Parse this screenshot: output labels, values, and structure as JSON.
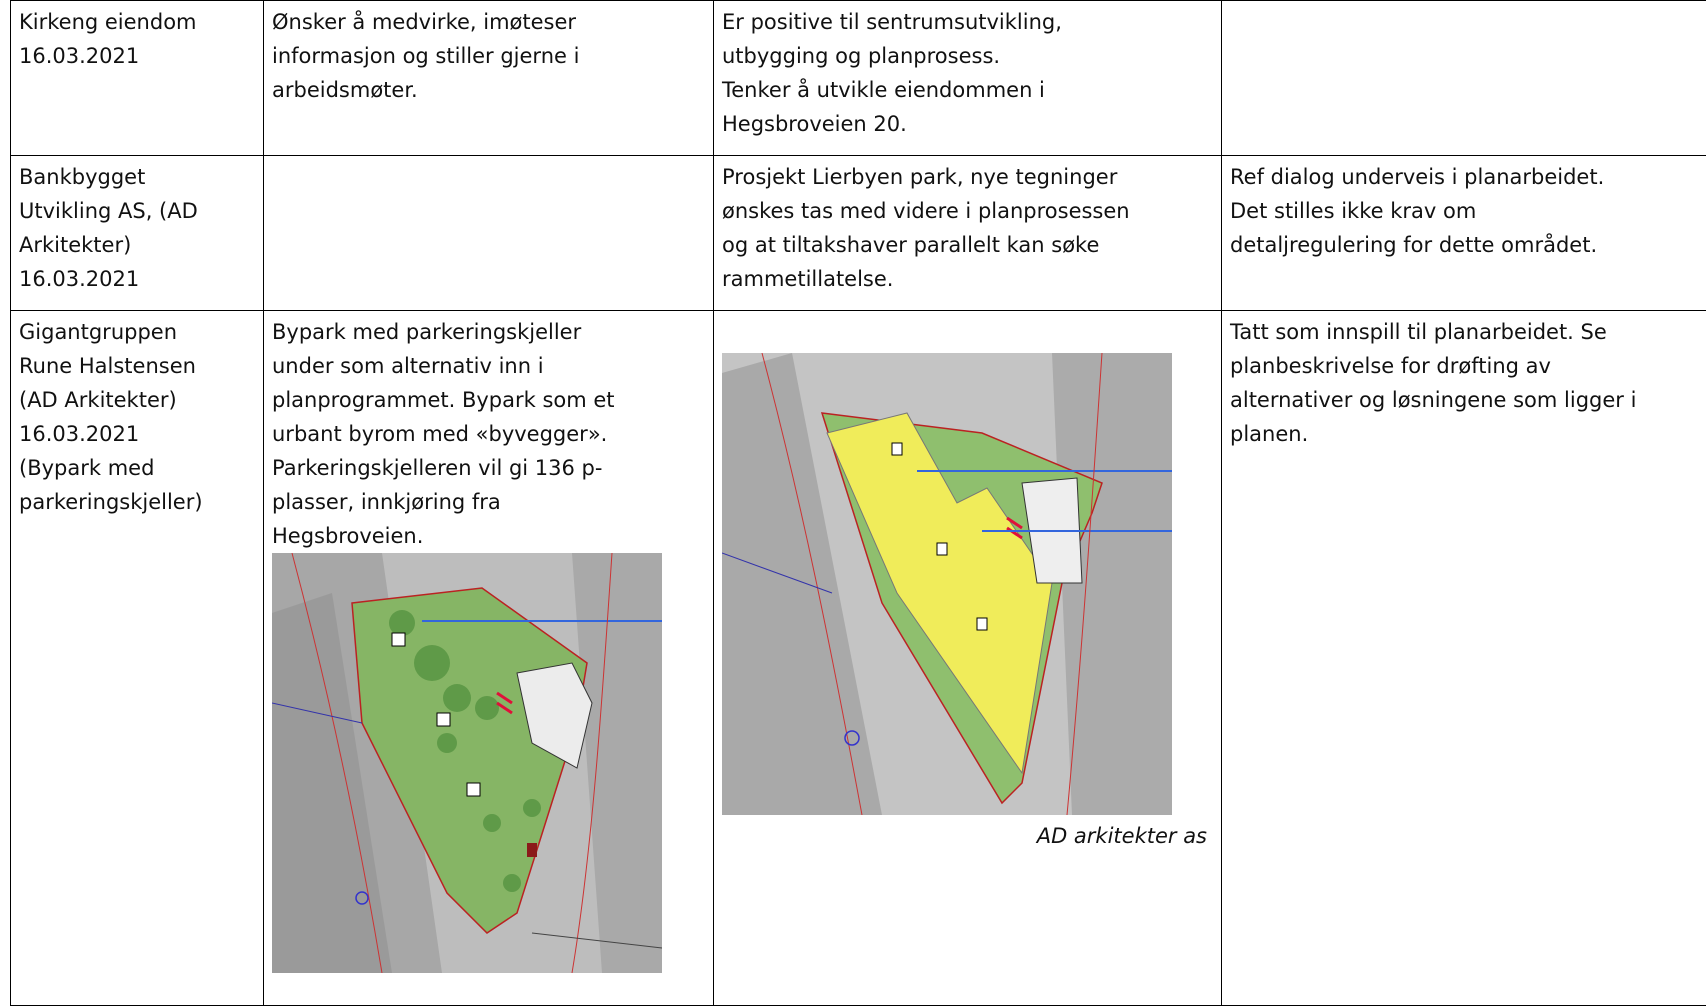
{
  "rows": [
    {
      "c1": [
        "Kirkeng eiendom",
        "16.03.2021"
      ],
      "c2": [
        "Ønsker å medvirke, imøteser",
        "informasjon og stiller gjerne i",
        "arbeidsmøter."
      ],
      "c3": [
        "Er positive til sentrumsutvikling,",
        "utbygging og planprosess.",
        "Tenker å utvikle eiendommen i",
        "Hegsbroveien 20."
      ],
      "c4": []
    },
    {
      "c1": [
        "Bankbygget",
        "Utvikling AS, (AD",
        "Arkitekter)",
        "16.03.2021"
      ],
      "c2": [],
      "c3": [
        "Prosjekt Lierbyen park, nye tegninger",
        "ønskes tas med videre i planprosessen",
        "og at tiltakshaver parallelt kan søke",
        "rammetillatelse."
      ],
      "c4": [
        "Ref dialog underveis i planarbeidet.",
        "Det stilles ikke krav om",
        "detaljregulering for dette området."
      ]
    },
    {
      "c1": [
        "Gigantgruppen",
        "Rune Halstensen",
        "(AD Arkitekter)",
        "16.03.2021",
        "(Bypark med",
        "parkeringskjeller)"
      ],
      "c2": [
        "Bypark med parkeringskjeller",
        "under som alternativ inn i",
        "planprogrammet. Bypark som et",
        "urbant byrom med «byvegger».",
        "Parkeringskjelleren vil gi 136 p-",
        "plasser, innkjøring fra",
        "Hegsbroveien."
      ],
      "c3": [],
      "c3_caption": "AD arkitekter as",
      "c4": [
        "Tatt som innspill til planarbeidet. Se",
        "planbeskrivelse for drøfting av",
        "alternativer og løsningene som ligger i",
        "planen."
      ]
    }
  ]
}
